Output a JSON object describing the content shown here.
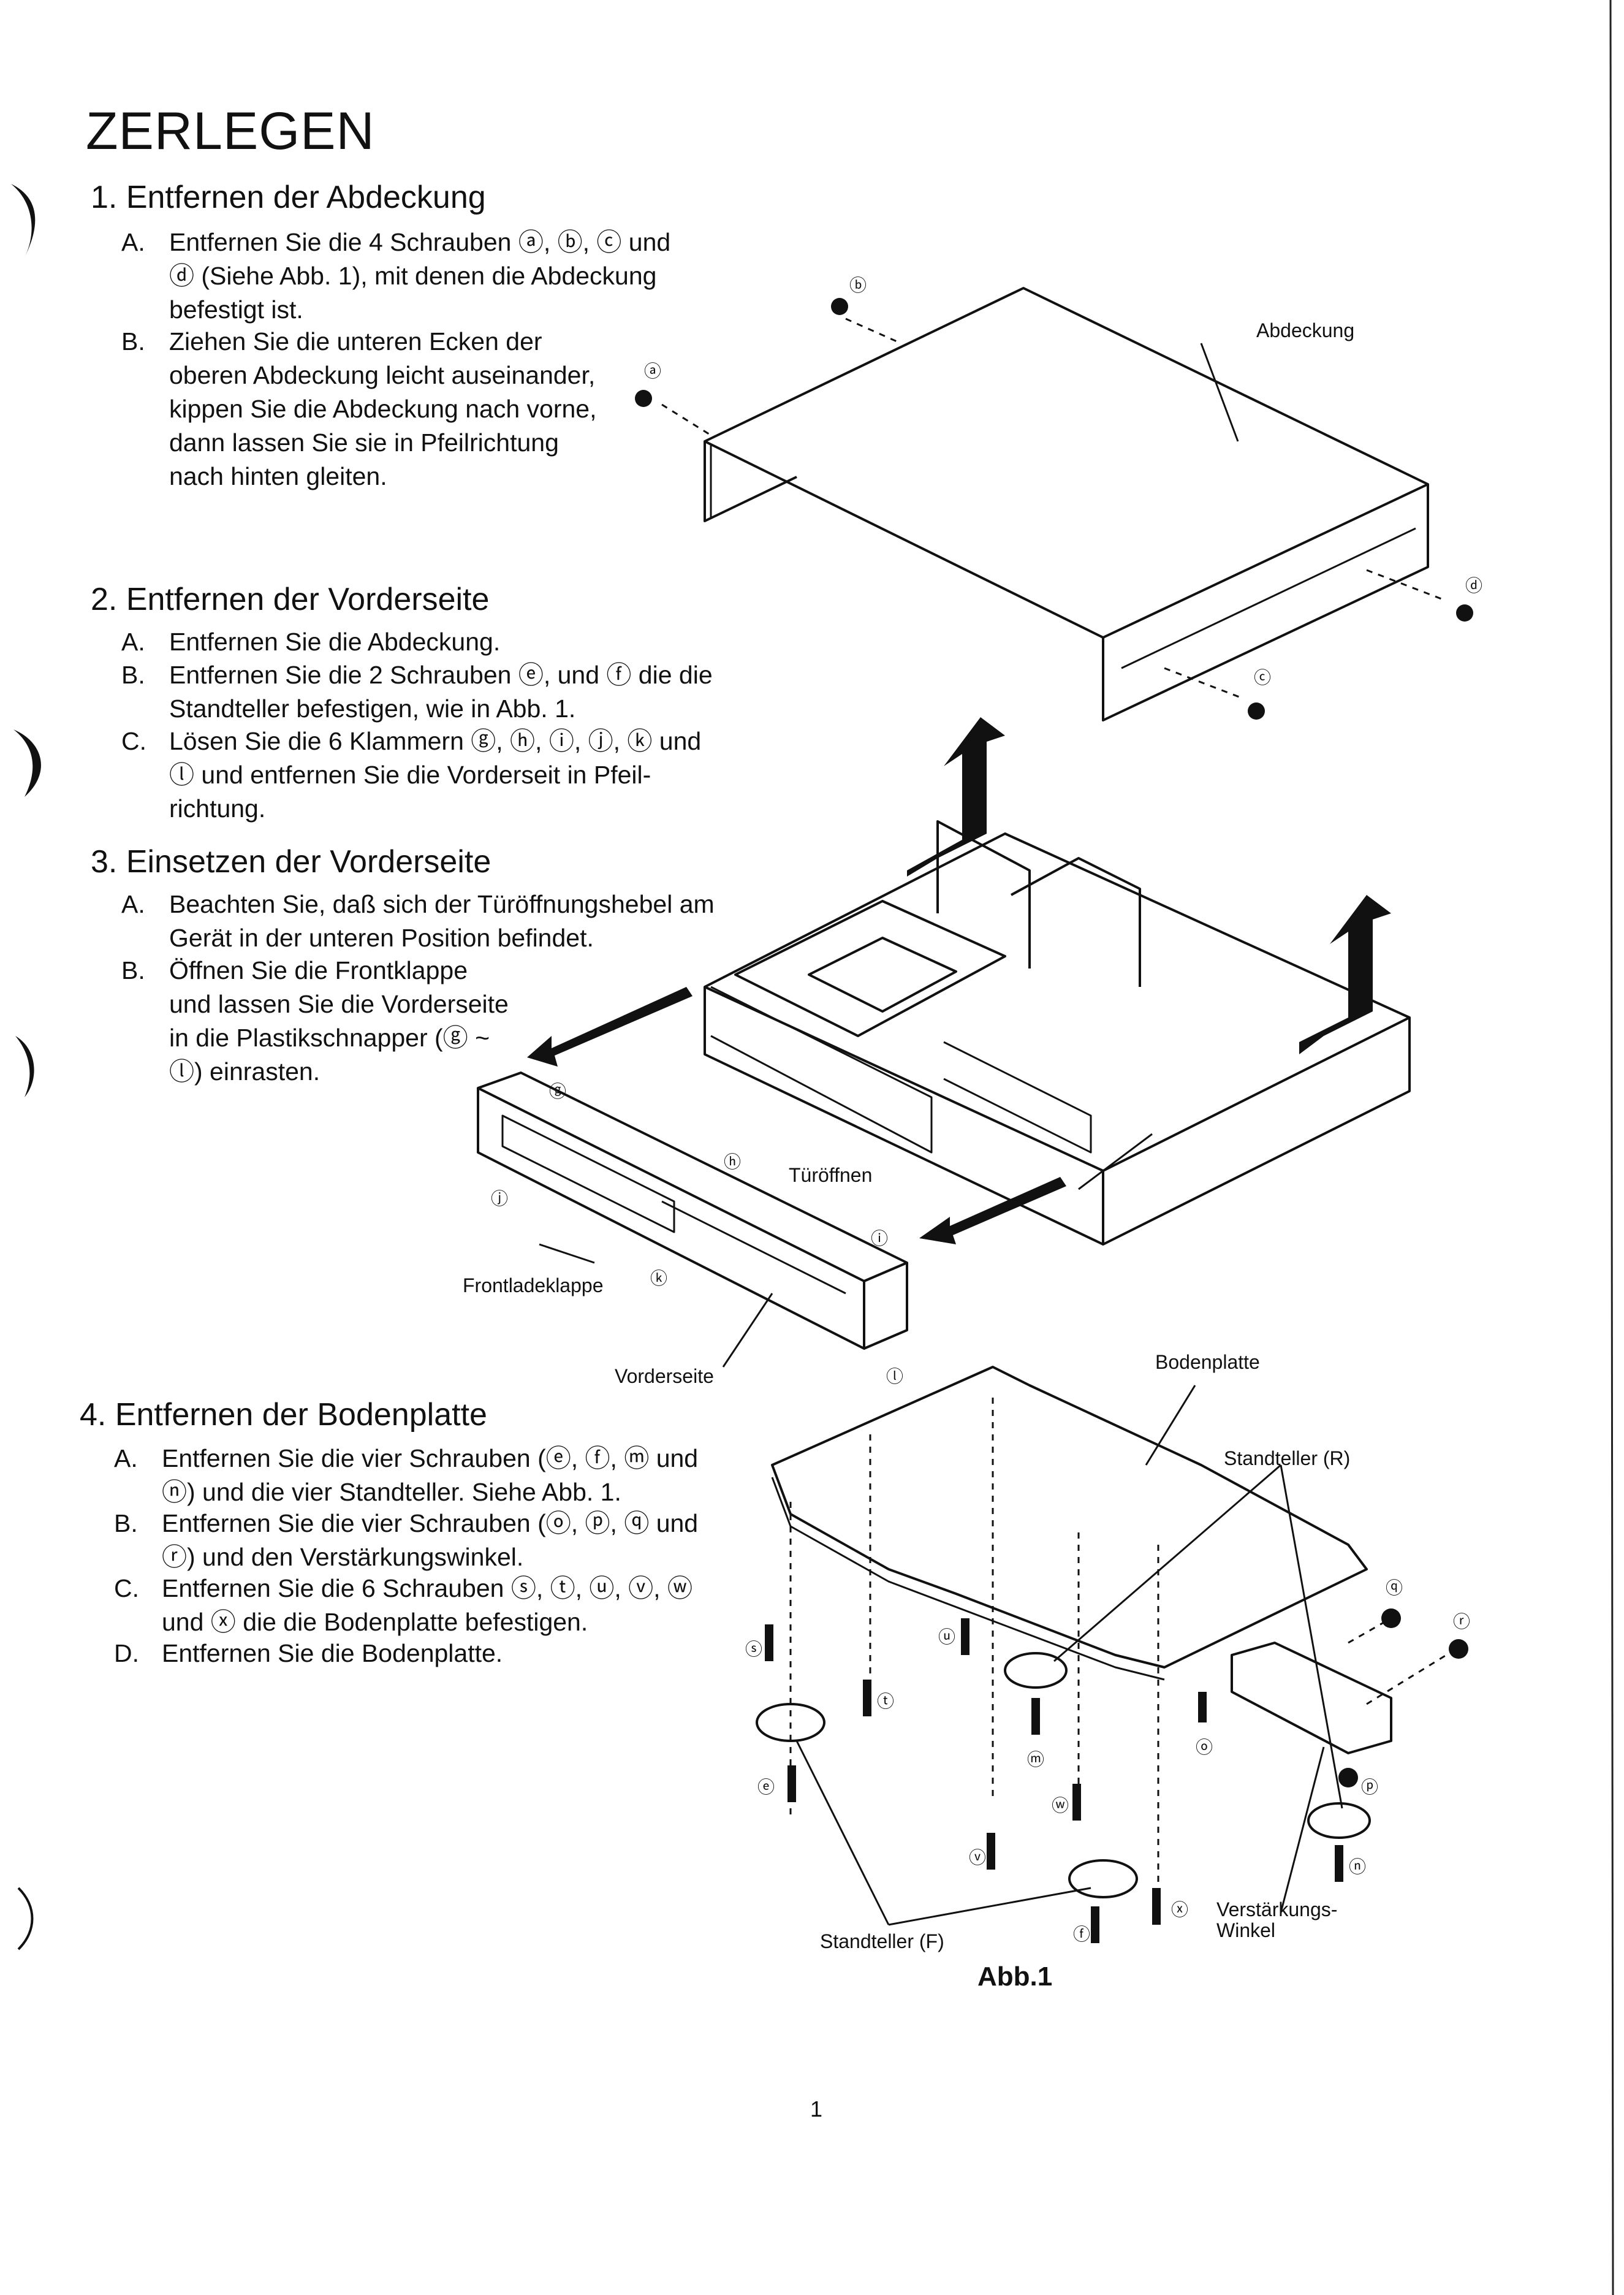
{
  "title": "ZERLEGEN",
  "sections": [
    {
      "heading": "1.  Entfernen der Abdeckung",
      "steps": [
        {
          "label": "A.",
          "text": "Entfernen Sie die 4 Schrauben ⓐ, ⓑ, ⓒ und\nⓓ (Siehe Abb. 1), mit denen die Abdeckung\nbefestigt ist."
        },
        {
          "label": "B.",
          "text": "Ziehen Sie die unteren Ecken der\noberen Abdeckung leicht auseinander,\nkippen Sie die Abdeckung nach vorne,\ndann lassen Sie sie in Pfeilrichtung\nnach hinten gleiten."
        }
      ]
    },
    {
      "heading": "2.  Entfernen der Vorderseite",
      "steps": [
        {
          "label": "A.",
          "text": "Entfernen Sie die Abdeckung."
        },
        {
          "label": "B.",
          "text": "Entfernen Sie die 2 Schrauben ⓔ, und ⓕ die die\nStandteller befestigen, wie in Abb. 1."
        },
        {
          "label": "C.",
          "text": "Lösen Sie die 6 Klammern ⓖ, ⓗ, ⓘ, ⓙ, ⓚ und\nⓛ und entfernen Sie die Vorderseit in Pfeil-\nrichtung."
        }
      ]
    },
    {
      "heading": "3.  Einsetzen der Vorderseite",
      "steps": [
        {
          "label": "A.",
          "text": "Beachten Sie, daß sich der Türöffnungshebel am\nGerät in der unteren Position befindet."
        },
        {
          "label": "B.",
          "text": "Öffnen Sie die Frontklappe\nund lassen Sie die Vorderseite\nin die Plastikschnapper (ⓖ ~\nⓛ) einrasten."
        }
      ]
    },
    {
      "heading": "4.  Entfernen der Bodenplatte",
      "steps": [
        {
          "label": "A.",
          "text": "Entfernen Sie die vier Schrauben (ⓔ, ⓕ, ⓜ und\nⓝ) und die vier Standteller. Siehe Abb. 1."
        },
        {
          "label": "B.",
          "text": "Entfernen Sie die vier Schrauben (ⓞ, ⓟ, ⓠ und\nⓡ) und den Verstärkungswinkel."
        },
        {
          "label": "C.",
          "text": "Entfernen Sie die 6 Schrauben ⓢ, ⓣ, ⓤ, ⓥ, ⓦ\nund ⓧ die die Bodenplatte befestigen."
        },
        {
          "label": "D.",
          "text": "Entfernen Sie die Bodenplatte."
        }
      ]
    }
  ],
  "diagram_labels": {
    "abdeckung": "Abdeckung",
    "tueroeffnen": "Türöffnen",
    "frontladeklappe": "Frontladeklappe",
    "vorderseite": "Vorderseite",
    "bodenplatte": "Bodenplatte",
    "standteller_r": "Standteller (R)",
    "standteller_f": "Standteller  (F)",
    "verstaerkungs": "Verstärkungs-",
    "winkel": "Winkel"
  },
  "figure_caption": "Abb.1",
  "page_number": "1"
}
